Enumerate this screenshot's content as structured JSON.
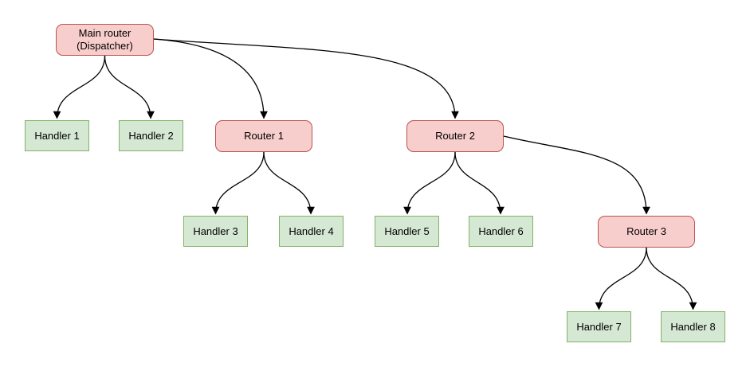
{
  "diagram": {
    "type": "tree",
    "nodes": {
      "main_router": {
        "label_line1": "Main router",
        "label_line2": "(Dispatcher)",
        "type": "router"
      },
      "router1": {
        "label": "Router 1",
        "type": "router"
      },
      "router2": {
        "label": "Router 2",
        "type": "router"
      },
      "router3": {
        "label": "Router 3",
        "type": "router"
      },
      "handler1": {
        "label": "Handler 1",
        "type": "handler"
      },
      "handler2": {
        "label": "Handler 2",
        "type": "handler"
      },
      "handler3": {
        "label": "Handler 3",
        "type": "handler"
      },
      "handler4": {
        "label": "Handler 4",
        "type": "handler"
      },
      "handler5": {
        "label": "Handler 5",
        "type": "handler"
      },
      "handler6": {
        "label": "Handler 6",
        "type": "handler"
      },
      "handler7": {
        "label": "Handler 7",
        "type": "handler"
      },
      "handler8": {
        "label": "Handler 8",
        "type": "handler"
      }
    },
    "edges": [
      {
        "from": "main_router",
        "to": "handler1"
      },
      {
        "from": "main_router",
        "to": "handler2"
      },
      {
        "from": "main_router",
        "to": "router1"
      },
      {
        "from": "main_router",
        "to": "router2"
      },
      {
        "from": "router1",
        "to": "handler3"
      },
      {
        "from": "router1",
        "to": "handler4"
      },
      {
        "from": "router2",
        "to": "handler5"
      },
      {
        "from": "router2",
        "to": "handler6"
      },
      {
        "from": "router2",
        "to": "router3"
      },
      {
        "from": "router3",
        "to": "handler7"
      },
      {
        "from": "router3",
        "to": "handler8"
      }
    ],
    "colors": {
      "router_fill": "#f8cecc",
      "router_border": "#b85450",
      "handler_fill": "#d5e8d4",
      "handler_border": "#82b366",
      "edge": "#000000",
      "text": "#000000",
      "background": "#ffffff"
    }
  }
}
